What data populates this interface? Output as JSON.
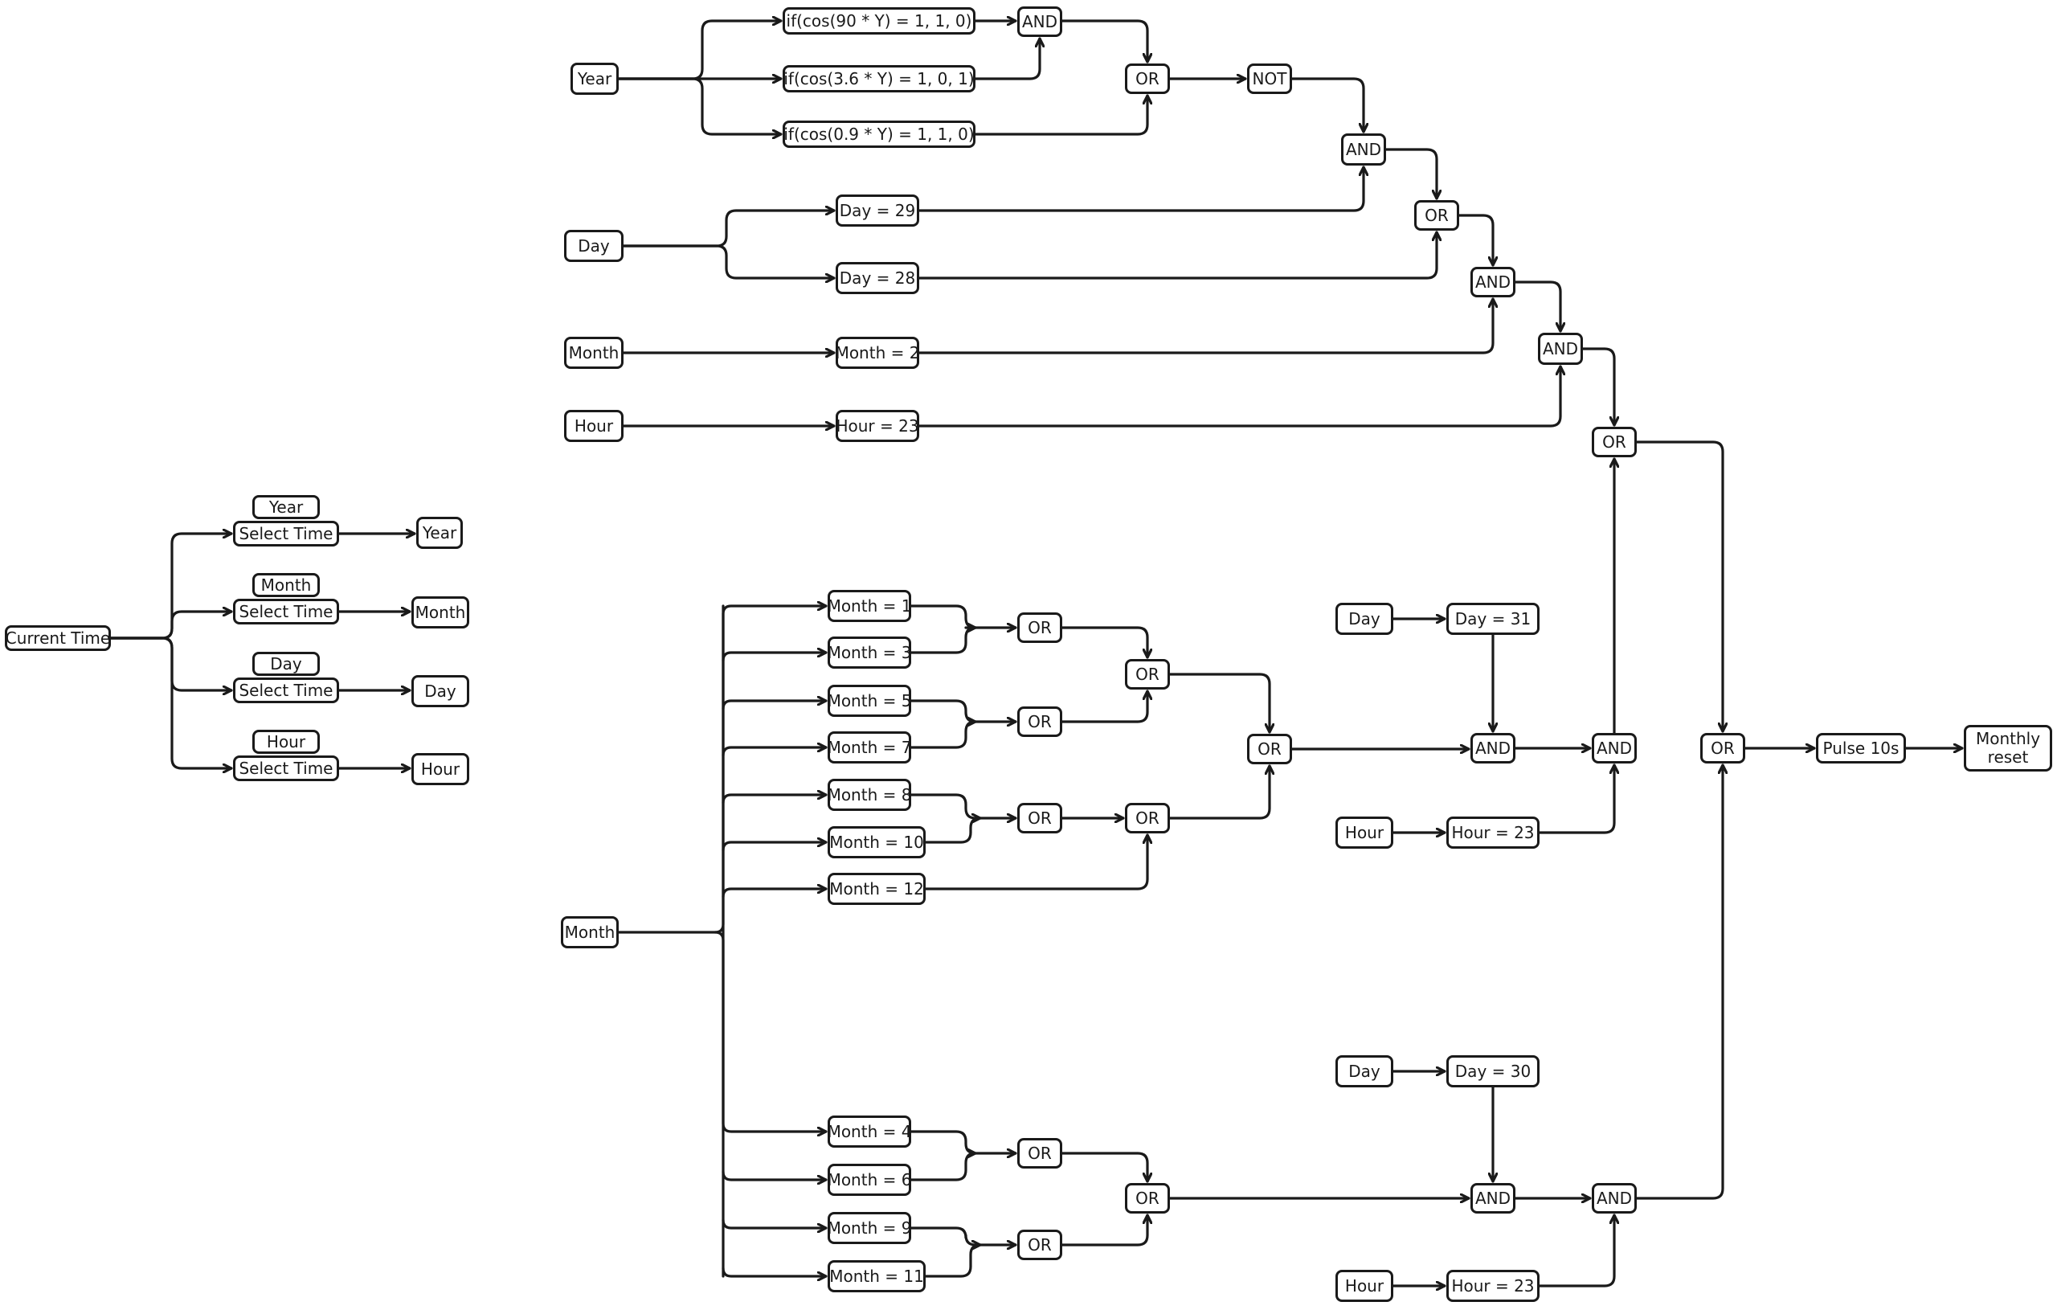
{
  "nodes": {
    "y_in": "Year",
    "y_c90": "if(cos(90 * Y) = 1, 1, 0)",
    "y_c36": "if(cos(3.6 * Y) = 1, 0, 1)",
    "y_c09": "if(cos(0.9 * Y) = 1, 1, 0)",
    "t_and1": "AND",
    "t_or1": "OR",
    "t_not": "NOT",
    "t_and2": "AND",
    "d_in": "Day",
    "d_29": "Day = 29",
    "d_28": "Day = 28",
    "t_or2": "OR",
    "t_and3": "AND",
    "m_in": "Month",
    "m_2": "Month = 2",
    "t_and4": "AND",
    "h_in": "Hour",
    "h_23": "Hour = 23",
    "t_or3": "OR",
    "ct": "Current Time",
    "st_y_tag": "Year",
    "st_y": "Select Time",
    "st_y_out": "Year",
    "st_m_tag": "Month",
    "st_m": "Select Time",
    "st_m_out": "Month",
    "st_d_tag": "Day",
    "st_d": "Select Time",
    "st_d_out": "Day",
    "st_h_tag": "Hour",
    "st_h": "Select Time",
    "st_h_out": "Hour",
    "bm_in": "Month",
    "m1": "Month = 1",
    "m3": "Month = 3",
    "m5": "Month = 5",
    "m7": "Month = 7",
    "m8": "Month = 8",
    "m10": "Month = 10",
    "m12": "Month = 12",
    "or_13": "OR",
    "or_57": "OR",
    "or_1357": "OR",
    "or_810": "OR",
    "or_81012": "OR",
    "or_31": "OR",
    "d31_in": "Day",
    "d31": "Day = 31",
    "h31_in": "Hour",
    "h31": "Hour = 23",
    "and31a": "AND",
    "and31b": "AND",
    "m4": "Month = 4",
    "m6": "Month = 6",
    "m9": "Month = 9",
    "m11": "Month = 11",
    "or_46": "OR",
    "or_911": "OR",
    "or_30": "OR",
    "d30_in": "Day",
    "d30": "Day = 30",
    "h30_in": "Hour",
    "h30": "Hour = 23",
    "and30a": "AND",
    "and30b": "AND",
    "or_final": "OR",
    "pulse": "Pulse 10s",
    "reset": "Monthly reset"
  }
}
